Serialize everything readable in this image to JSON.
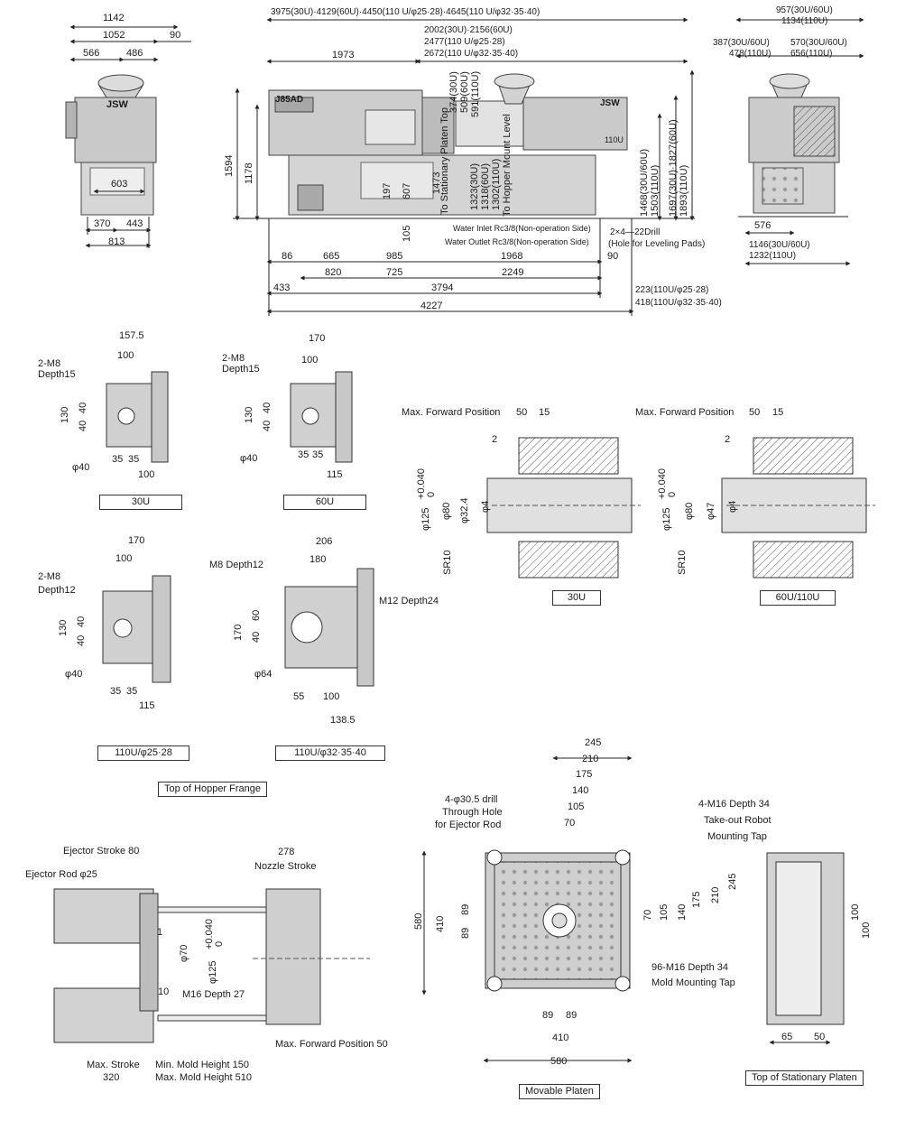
{
  "side_view": {
    "dims_top": [
      "1142",
      "1052",
      "90",
      "566",
      "486"
    ],
    "dims_inner": "603",
    "dims_bottom": [
      "370",
      "443",
      "813"
    ],
    "logo": "JSW"
  },
  "main_view": {
    "top_dim_1": "3975(30U)·4129(60U)·4450(110 U/φ25·28)·4645(110 U/φ32·35·40)",
    "top_dim_2a": "2002(30U)·2156(60U)",
    "top_dim_2b": "2477(110 U/φ25·28)",
    "top_dim_2c": "2672(110 U/φ32·35·40)",
    "dim_1973": "1973",
    "left_dims": [
      "1594",
      "1178"
    ],
    "inner_dims": [
      "197",
      "607",
      "105",
      "1473"
    ],
    "vert_labels": [
      "374(30U)",
      "509(60U)",
      "591(110U)",
      "To Stationary Platen Top",
      "1323(30U)",
      "1318(60U)",
      "1302(110U)",
      "To Hopper Mount Level",
      "1468(30U/60U)",
      "1503(110U)",
      "1697(30U)·1827(60U)",
      "1893(110U)"
    ],
    "callouts": [
      "Water Inlet Rc3/8(Non-operation Side)",
      "Water Outlet Rc3/8(Non-operation Side)",
      "2×4—22Drill",
      "(Hole for Leveling Pads)"
    ],
    "bottom_row1": [
      "86",
      "665",
      "985",
      "1968",
      "90"
    ],
    "bottom_row2": [
      "820",
      "725",
      "2249"
    ],
    "bottom_row3": [
      "433",
      "3794"
    ],
    "bottom_total": "4227",
    "right_notes": [
      "223(110U/φ25·28)",
      "418(110U/φ32·35·40)"
    ],
    "logo": "J85AD",
    "model": "110U",
    "brand": "JSW"
  },
  "end_view": {
    "dims_top": [
      "957(30U/60U)",
      "1134(110U)",
      "387(30U/60U)",
      "570(30U/60U)",
      "478(110U)",
      "656(110U)"
    ],
    "dims_bottom": [
      "576",
      "1146(30U/60U)",
      "1232(110U)"
    ]
  },
  "hopper_flanges": {
    "caption": "Top of Hopper Frange",
    "items": [
      {
        "label": "30U",
        "w": "157.5",
        "inner": "100",
        "tap": "2-M8",
        "depth": "Depth15",
        "h": "130",
        "pitch": [
          "40",
          "40"
        ],
        "bore": "φ40",
        "off": [
          "35",
          "35"
        ],
        "bottom": "100"
      },
      {
        "label": "60U",
        "w": "170",
        "inner": "100",
        "tap": "2-M8",
        "depth": "Depth15",
        "h": "130",
        "pitch": [
          "40",
          "40"
        ],
        "bore": "φ40",
        "off": [
          "35",
          "35"
        ],
        "bottom": "115"
      },
      {
        "label": "110U/φ25·28",
        "w": "170",
        "inner": "100",
        "tap": "2-M8",
        "depth": "Depth12",
        "h": "130",
        "pitch": [
          "40",
          "40"
        ],
        "bore": "φ40",
        "off": [
          "35",
          "35"
        ],
        "bottom": "115"
      },
      {
        "label": "110U/φ32·35·40",
        "w": "206",
        "inner": "180",
        "tap": "M8 Depth12",
        "tap2": "M12 Depth24",
        "h": "170",
        "pitch": [
          "60",
          "40"
        ],
        "bore": "φ64",
        "off": [
          "55",
          "100"
        ],
        "bottom": "138.5"
      }
    ]
  },
  "nozzles": {
    "items": [
      {
        "label": "30U",
        "fwd": "Max. Forward Position",
        "d1": "50",
        "d2": "15",
        "d3": "2",
        "dia": [
          "φ125",
          "φ80",
          "φ32.4",
          "φ4"
        ],
        "sr": "SR10",
        "tol": "+0.040",
        "tol0": "0"
      },
      {
        "label": "60U/110U",
        "fwd": "Max. Forward Position",
        "d1": "50",
        "d2": "15",
        "d3": "2",
        "dia": [
          "φ125",
          "φ80",
          "φ47",
          "φ4"
        ],
        "sr": "SR10",
        "tol": "+0.040",
        "tol0": "0"
      }
    ]
  },
  "clamp_view": {
    "ejector_stroke": "Ejector Stroke 80",
    "ejector_rod": "Ejector Rod φ25",
    "nozzle_stroke_val": "278",
    "nozzle_stroke": "Nozzle Stroke",
    "d_small": "1",
    "dia70": "φ70",
    "dia125": "φ125",
    "tol": "+0.040",
    "tol0": "0",
    "d10": "10",
    "tap": "M16 Depth 27",
    "max_fwd": "Max. Forward Position 50",
    "max_stroke": "Max. Stroke",
    "max_stroke_val": "320",
    "min_mold": "Min. Mold Height 150",
    "max_mold": "Max. Mold Height 510"
  },
  "movable_platen": {
    "caption": "Movable Platen",
    "top_dims": [
      "245",
      "210",
      "175",
      "140",
      "105",
      "70"
    ],
    "right_dims": [
      "70",
      "105",
      "140",
      "175",
      "210",
      "245"
    ],
    "drill": [
      "4-φ30.5 drill",
      "Through Hole",
      "for Ejector Rod"
    ],
    "mold_tap": [
      "96-M16 Depth 34",
      "Mold Mounting Tap"
    ],
    "left_dims": [
      "580",
      "410",
      "89",
      "89"
    ],
    "bottom_dims": [
      "89",
      "89",
      "410",
      "580"
    ]
  },
  "stationary_platen": {
    "caption": "Top of Stationary Platen",
    "robot_tap": [
      "4-M16 Depth 34",
      "Take-out Robot",
      "Mounting Tap"
    ],
    "dims": [
      "100",
      "100",
      "65",
      "50"
    ]
  }
}
